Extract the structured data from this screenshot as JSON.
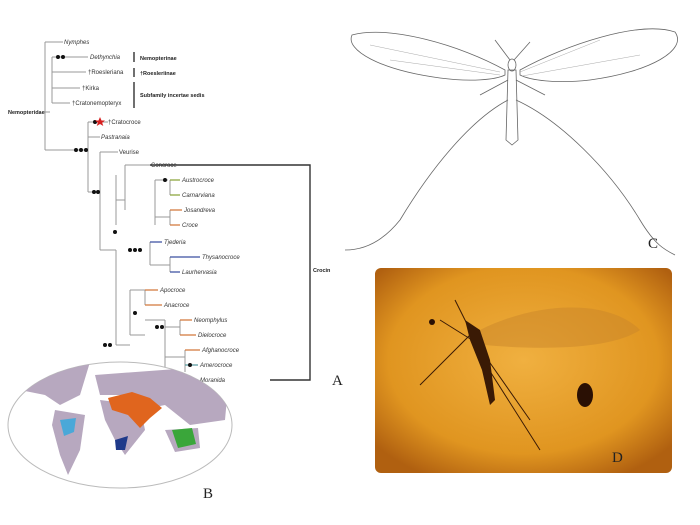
{
  "tree": {
    "family_label": "Nemopteridae",
    "tribe_label": "Crocin",
    "taxa": [
      "Nymphes",
      "Dethynchia",
      "†Roesleriana",
      "†Kirka",
      "†Cratonemopteryx",
      "†Cratocroce",
      "Pastranaia",
      "Veurise",
      "Concroce",
      "Austrocroce",
      "Carnarviana",
      "Josandreva",
      "Croce",
      "Tjederia",
      "Thysanocroce",
      "Laurhervasia",
      "Apocroce",
      "Anacroce",
      "Neomphylus",
      "Dielocroce",
      "Afghanocroce",
      "Amerocroce",
      "Moranida"
    ],
    "subfamilies": [
      "Nemopterinae",
      "†Roesleriinae",
      "Subfamily incertae sedis"
    ],
    "highlight_marker": "star-icon",
    "colors": {
      "green": "#8aa53a",
      "orange": "#d2783a",
      "blue": "#3a4fa0",
      "teal": "#5a9aa0",
      "star": "#d62020"
    }
  },
  "panels": {
    "a": "A",
    "b": "B",
    "c": "C",
    "d": "D"
  },
  "map": {
    "colors": {
      "land": "#b7a8bf",
      "south_america": "#4aa8d8",
      "southern_africa": "#1f3a8a",
      "north_africa_asia": "#e0651e",
      "australia": "#3aa63a"
    }
  }
}
